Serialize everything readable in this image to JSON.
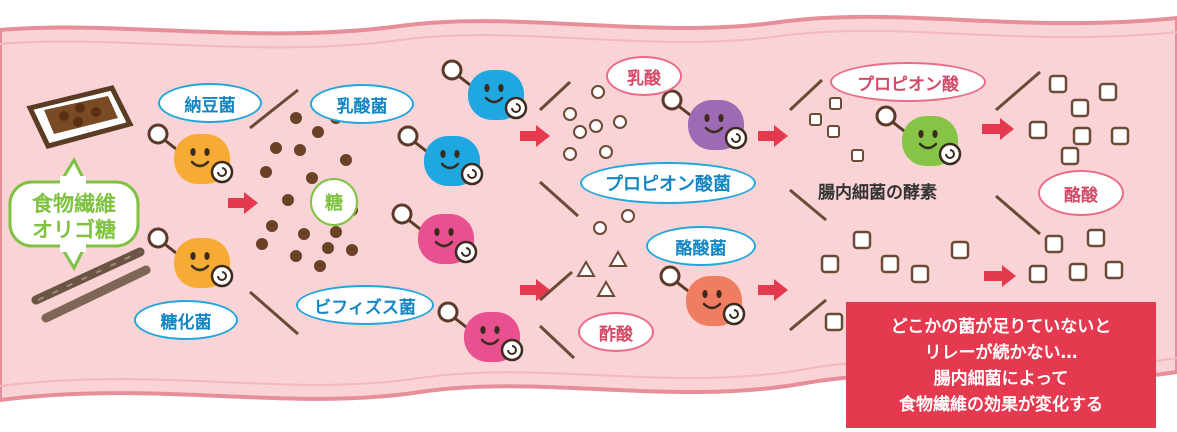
{
  "header": {
    "partial_title": "…"
  },
  "inputs": {
    "fiber_label_line1": "食物繊維",
    "fiber_label_line2": "オリゴ糖"
  },
  "bacteria": {
    "natto": "納豆菌",
    "saccharifying": "糖化菌",
    "lactic": "乳酸菌",
    "bifidus": "ビフィズス菌",
    "propionic": "プロピオン酸菌",
    "butyric": "酪酸菌"
  },
  "products": {
    "sugar": "糖",
    "lactic_acid": "乳酸",
    "acetic_acid": "酢酸",
    "propionic_acid": "プロピオン酸",
    "butyric_acid": "酪酸"
  },
  "caption": "腸内細菌の酵素",
  "callout": {
    "line1": "どこかの菌が足りていないと",
    "line2": "リレーが続かない…",
    "line3": "腸内細菌によって",
    "line4": "食物繊維の効果が変化する"
  },
  "colors": {
    "intestine_fill": "#f9d3d5",
    "intestine_edge": "#e68f9b",
    "arrow": "#e5394f",
    "natto_bacterium": "#f6ab34",
    "lactic_bacterium": "#1fa7e2",
    "bifidus_bacterium": "#e9508f",
    "propionic_bacterium": "#9e6ab3",
    "butyric_bacterium": "#ee7d62",
    "enzyme_bacterium": "#86c447",
    "sugar_dot": "#6b4226"
  }
}
